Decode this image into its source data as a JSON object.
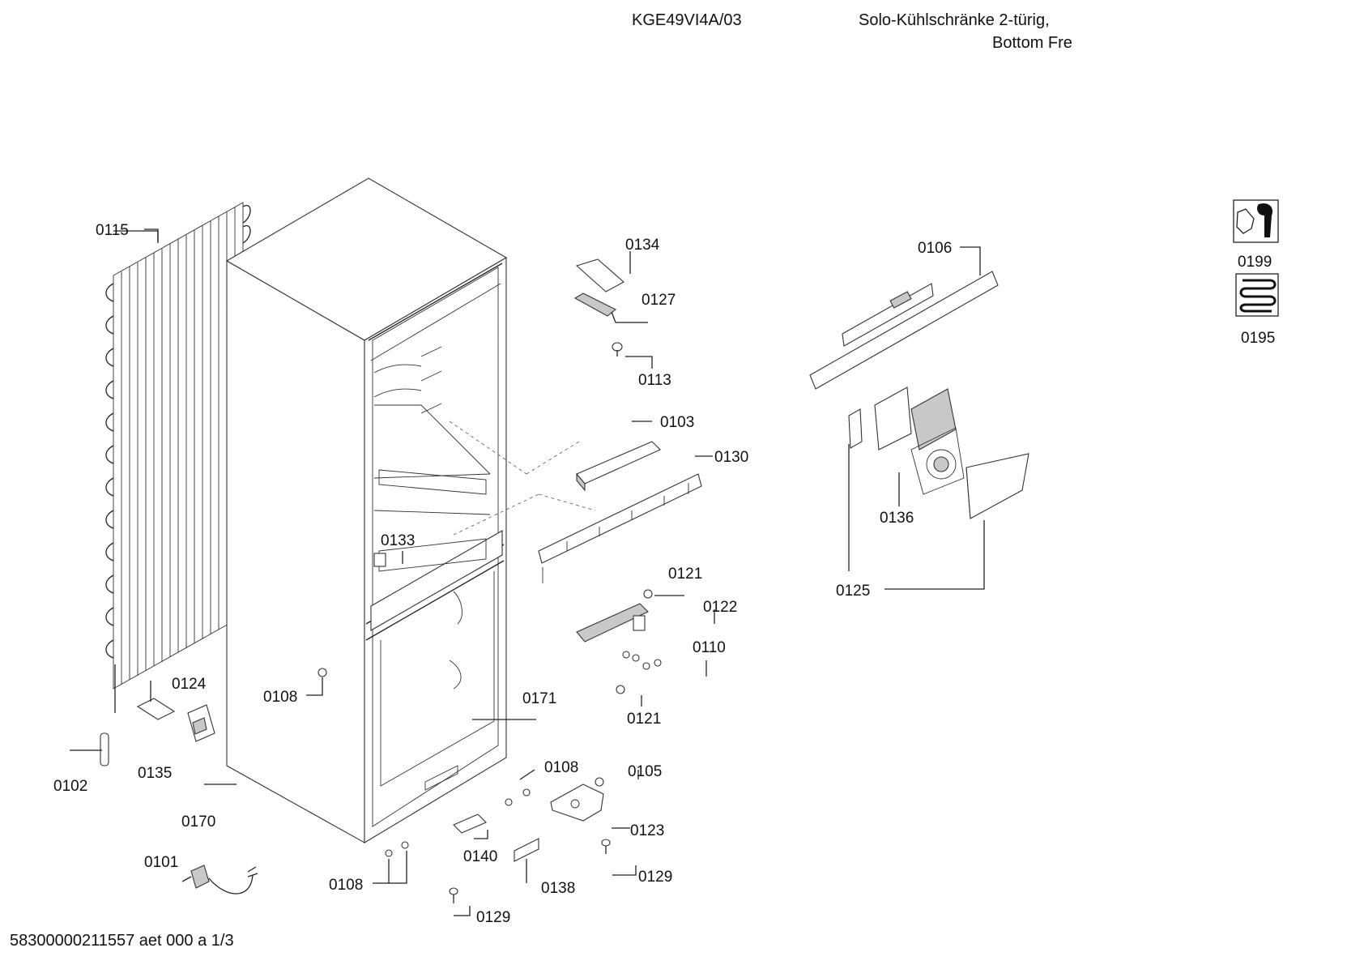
{
  "header": {
    "model": "KGE49VI4A/03",
    "title_line1": "Solo-Kühlschränke 2-türig,",
    "title_line2": "Bottom Fre"
  },
  "footer": {
    "doc_id": "58300000211557 aet 000 a 1/3"
  },
  "side_icons": [
    {
      "icon": "service-wrench-icon",
      "label": "0199"
    },
    {
      "icon": "condenser-coil-icon",
      "label": "0195"
    }
  ],
  "part_labels": {
    "p0115": "0115",
    "p0134": "0134",
    "p0127": "0127",
    "p0113": "0113",
    "p0103": "0103",
    "p0130": "0130",
    "p0133": "0133",
    "p0121a": "0121",
    "p0122": "0122",
    "p0110": "0110",
    "p0121b": "0121",
    "p0108a": "0108",
    "p0124": "0124",
    "p0135": "0135",
    "p0102": "0102",
    "p0170": "0170",
    "p0171": "0171",
    "p0108b": "0108",
    "p0105": "0105",
    "p0123": "0123",
    "p0140": "0140",
    "p0138": "0138",
    "p0129a": "0129",
    "p0101": "0101",
    "p0108c": "0108",
    "p0129b": "0129",
    "p0106": "0106",
    "p0136": "0136",
    "p0125": "0125"
  }
}
